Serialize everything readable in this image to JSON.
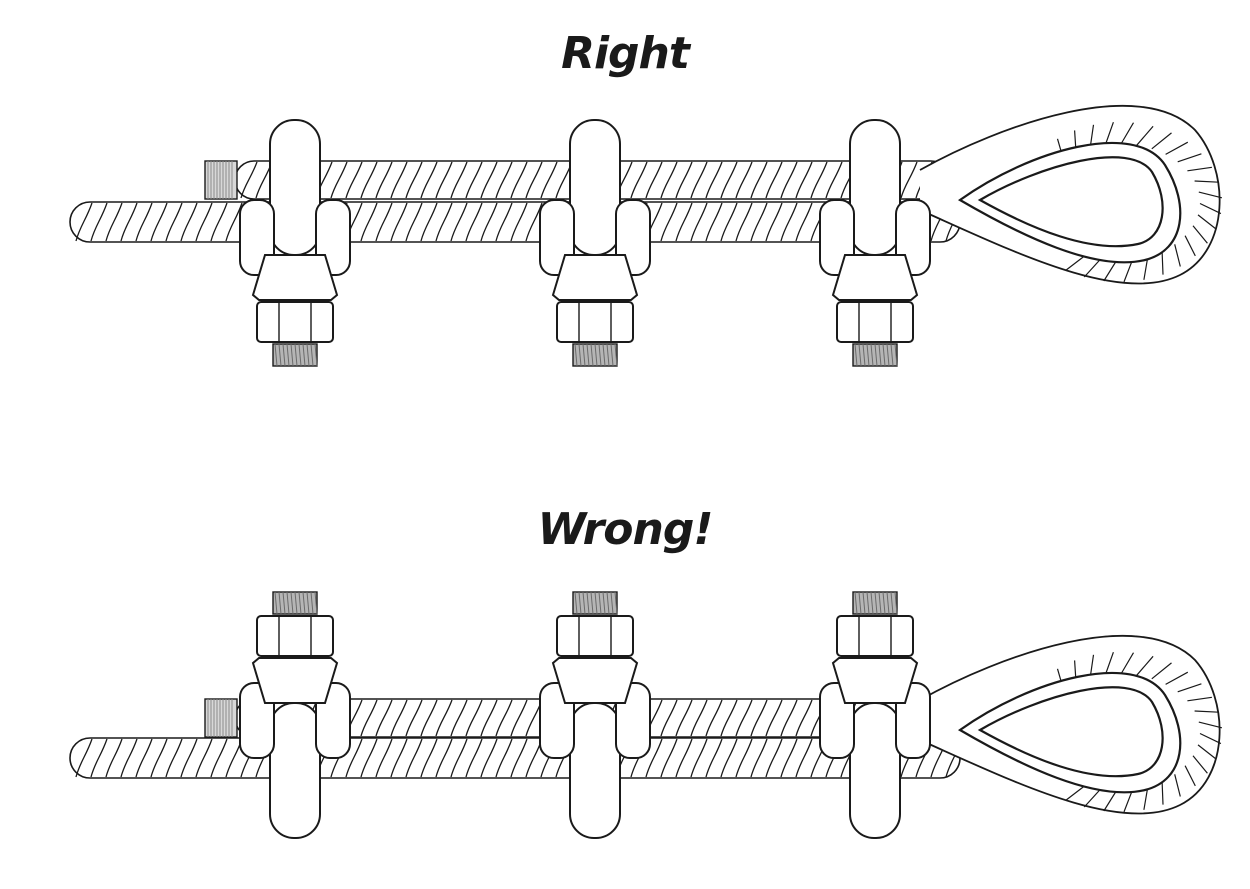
{
  "headings": {
    "right": "Right",
    "wrong": "Wrong!"
  },
  "colors": {
    "line": "#1a1a1a",
    "fill": "#ffffff",
    "thread": "#8a8a8a",
    "text": "#1a1a1a"
  },
  "panels": [
    {
      "id": "right",
      "clip_count": 3,
      "u_bolt_side": "dead-end",
      "saddle_side": "live-end"
    },
    {
      "id": "wrong",
      "clip_count": 3,
      "u_bolt_side": "live-end",
      "saddle_side": "dead-end"
    }
  ]
}
